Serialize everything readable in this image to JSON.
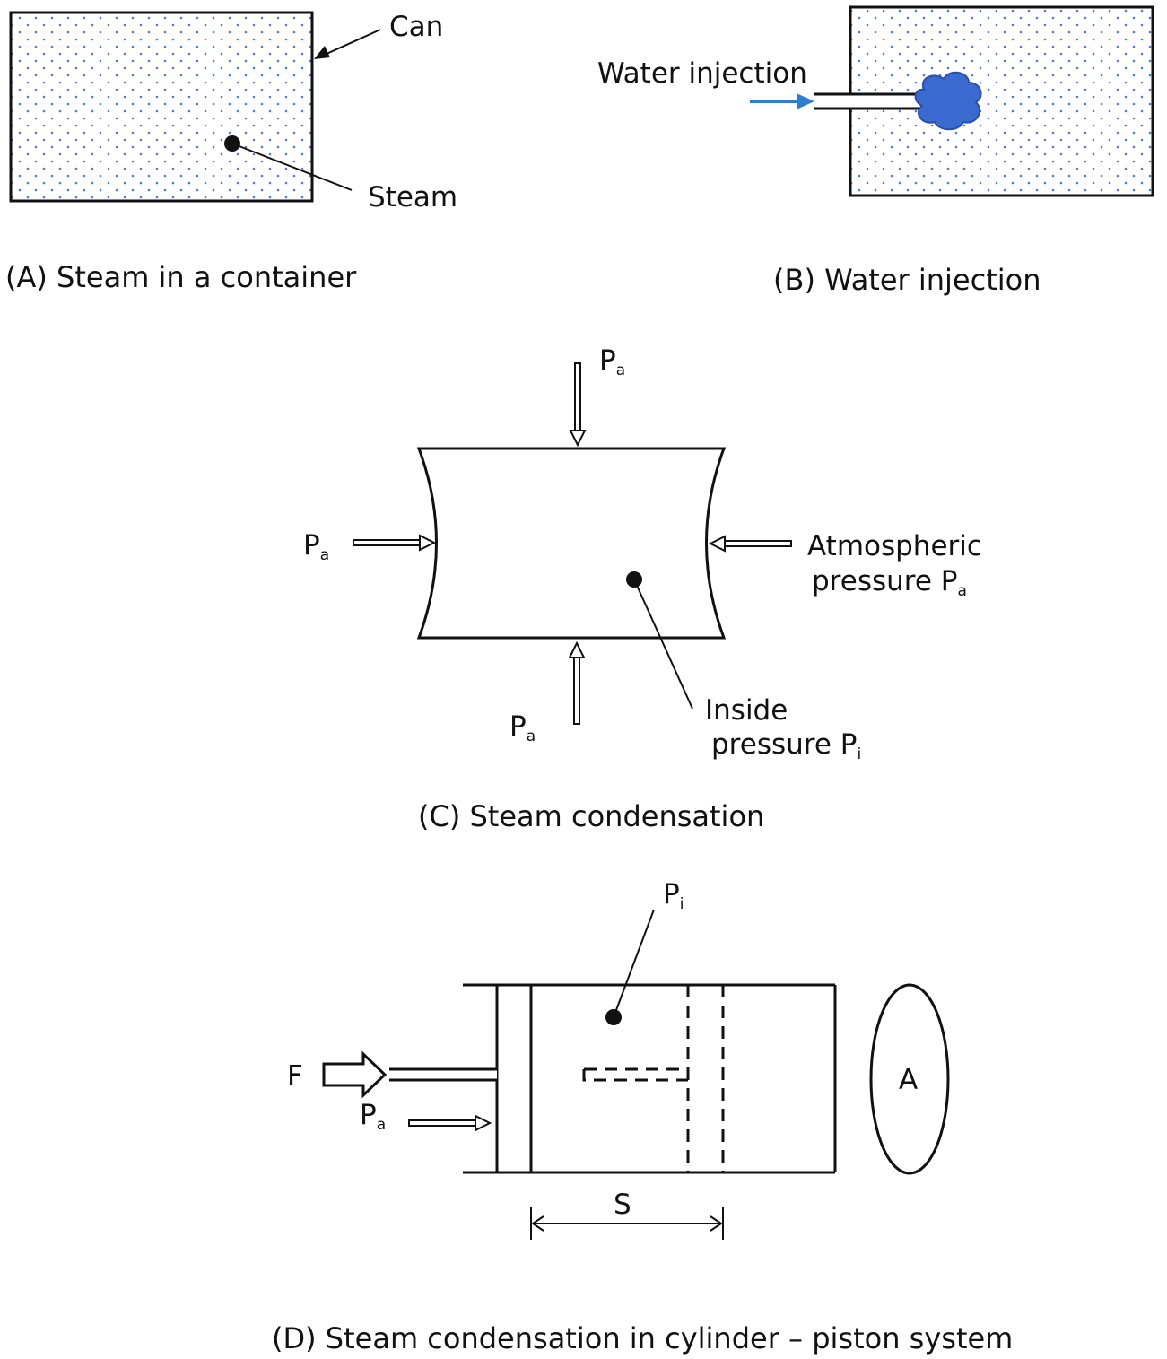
{
  "colors": {
    "ink": "#111111",
    "dots": "#4a7fd0",
    "water_arrow": "#2f7dd1",
    "water_blob": "#3a6ad0",
    "water_blob_edge": "#2a4fa8"
  },
  "panel_a": {
    "can_label": "Can",
    "steam_label": "Steam",
    "caption": "(A) Steam in a container"
  },
  "panel_b": {
    "injection_label": "Water injection",
    "caption": "(B) Water injection"
  },
  "panel_c": {
    "p_base": "P",
    "a_sub": "a",
    "i_sub": "i",
    "atmospheric_line1": "Atmospheric",
    "atmospheric_line2": "pressure P",
    "inside_line1": "Inside",
    "inside_line2": "pressure P",
    "caption": "(C) Steam condensation"
  },
  "panel_d": {
    "p_base": "P",
    "i_sub": "i",
    "a_sub": "a",
    "force_label": "F",
    "area_label": "A",
    "stroke_label": "S",
    "caption": "(D) Steam condensation in cylinder – piston system"
  }
}
